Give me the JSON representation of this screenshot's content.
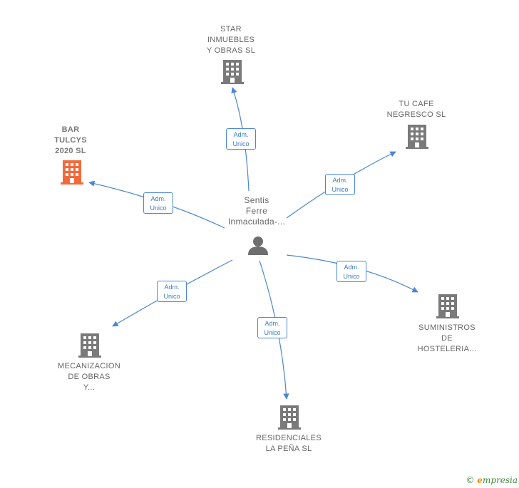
{
  "center": {
    "lines": [
      "Sentis",
      "Ferre",
      "Inmaculada-..."
    ],
    "icon": "person-icon"
  },
  "companies": [
    {
      "id": "star",
      "lines": [
        "STAR",
        "INMUEBLES",
        "Y OBRAS SL"
      ],
      "highlight": false,
      "icon": "building-icon"
    },
    {
      "id": "tucafe",
      "lines": [
        "TU CAFE",
        "NEGRESCO  SL"
      ],
      "highlight": false,
      "icon": "building-icon"
    },
    {
      "id": "bar",
      "lines": [
        "BAR",
        "TULCYS",
        "2020  SL"
      ],
      "highlight": true,
      "icon": "building-icon"
    },
    {
      "id": "suministros",
      "lines": [
        "SUMINISTROS",
        "DE",
        "HOSTELERIA..."
      ],
      "highlight": false,
      "icon": "building-icon"
    },
    {
      "id": "mecanizacion",
      "lines": [
        "MECANIZACION",
        "DE OBRAS",
        "Y..."
      ],
      "highlight": false,
      "icon": "building-icon"
    },
    {
      "id": "residenciales",
      "lines": [
        "RESIDENCIALES",
        "LA PEÑA  SL"
      ],
      "highlight": false,
      "icon": "building-icon"
    }
  ],
  "edges": [
    {
      "to": "star",
      "lines": [
        "Adm.",
        "Unico"
      ]
    },
    {
      "to": "tucafe",
      "lines": [
        "Adm.",
        "Unico"
      ]
    },
    {
      "to": "bar",
      "lines": [
        "Adm.",
        "Unico"
      ]
    },
    {
      "to": "suministros",
      "lines": [
        "Adm.",
        "Unico"
      ]
    },
    {
      "to": "mecanizacion",
      "lines": [
        "Adm.",
        "Unico"
      ]
    },
    {
      "to": "residenciales",
      "lines": [
        "Adm.",
        "Unico"
      ]
    }
  ],
  "colors": {
    "edge": "#4a86d4",
    "building": "#7a7a7a",
    "building_highlight": "#f26a3b",
    "person": "#6e6e6e"
  },
  "footer": {
    "copyright": "©",
    "brand_initial": "e",
    "brand_rest": "mpresia"
  }
}
